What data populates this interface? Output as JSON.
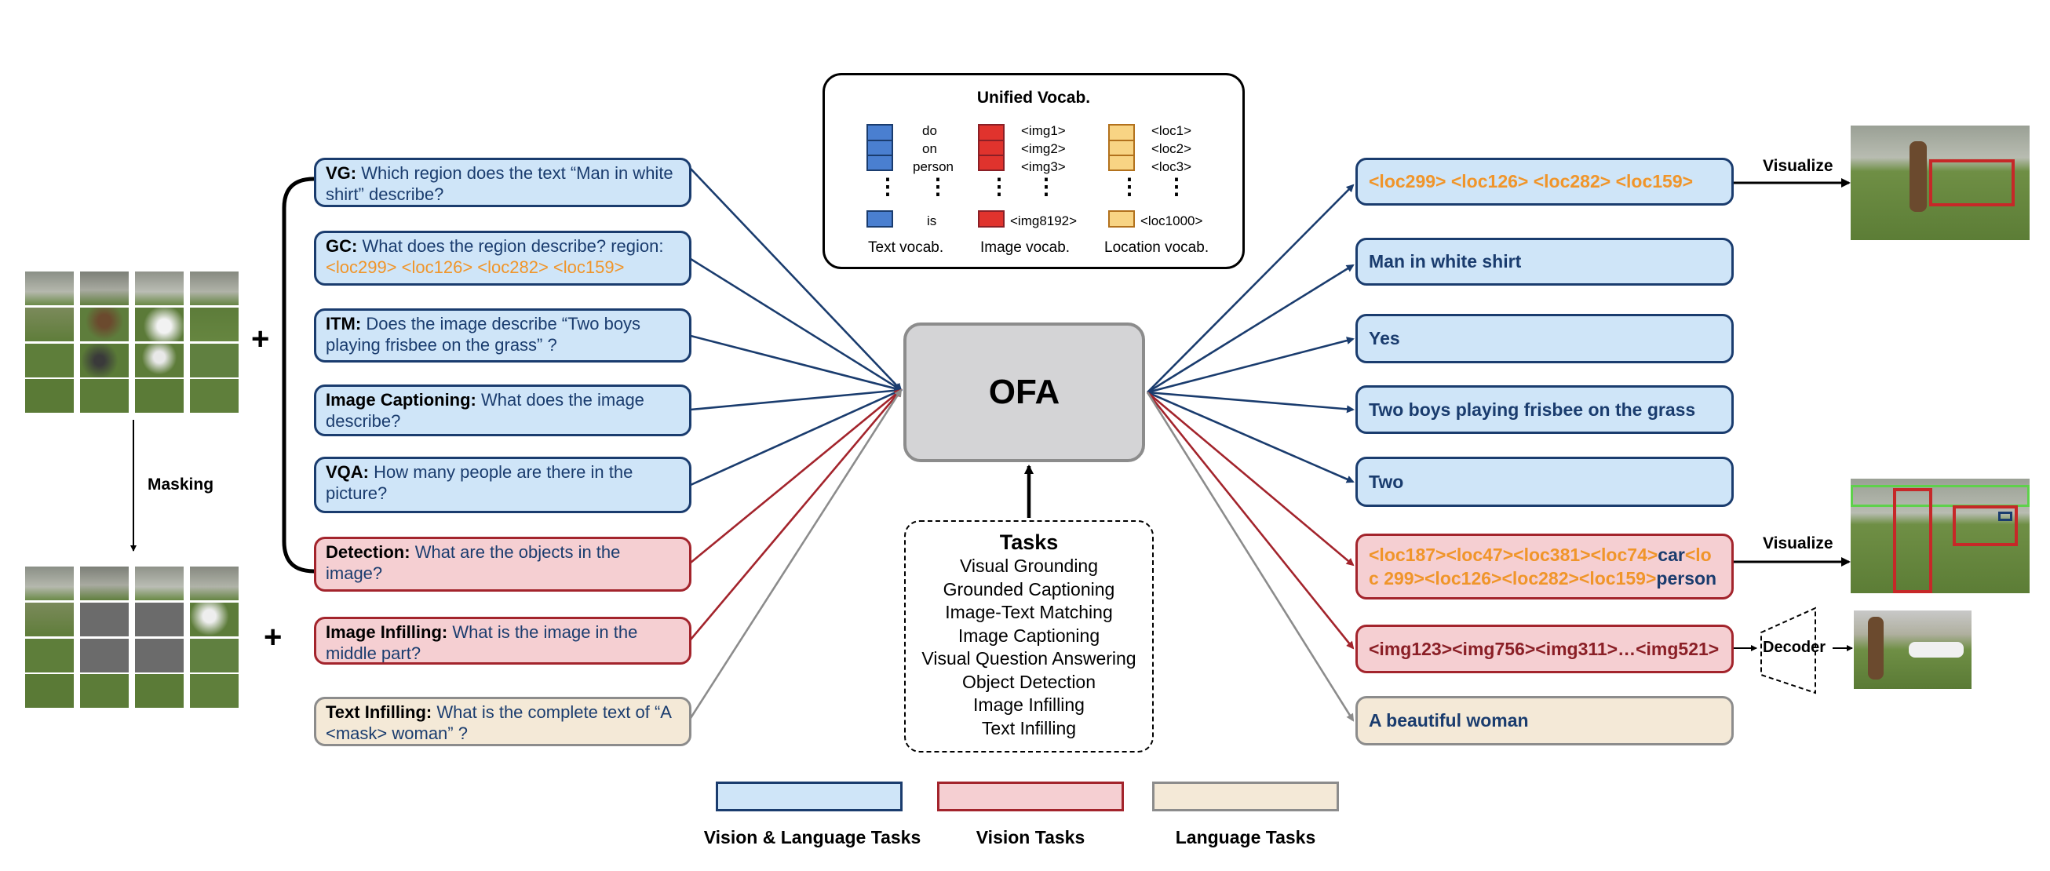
{
  "colors": {
    "vl_fill": "#cfe5f8",
    "vl_border": "#1a3c6e",
    "v_fill": "#f5cfd2",
    "v_border": "#a3242c",
    "l_fill": "#f4e9d7",
    "l_border": "#8c8c8c",
    "orange": "#f0952a"
  },
  "inputs": [
    {
      "task": "VG:",
      "text": "Which region does the text “Man in white shirt” describe?",
      "kind": "vl"
    },
    {
      "task": "GC:",
      "text": "What does the region describe? region:",
      "extra": "<loc299> <loc126> <loc282> <loc159>",
      "kind": "vl"
    },
    {
      "task": "ITM:",
      "text": "Does the image describe “Two boys playing frisbee on the grass” ?",
      "kind": "vl"
    },
    {
      "task": "Image Captioning:",
      "text": "What does the image describe?",
      "kind": "vl"
    },
    {
      "task": "VQA:",
      "text": "How many people are there in the picture?",
      "kind": "vl"
    },
    {
      "task": "Detection:",
      "text": "What are the objects in the image?",
      "kind": "v"
    },
    {
      "task": "Image Infilling:",
      "text": "What is the image in the middle part?",
      "kind": "v"
    },
    {
      "task": "Text Infilling:",
      "text": "What is the complete text of “A <mask> woman” ?",
      "kind": "l"
    }
  ],
  "outputs": [
    {
      "text": "<loc299> <loc126> <loc282> <loc159>",
      "kind": "vl"
    },
    {
      "text": "Man in white shirt",
      "kind": "vl"
    },
    {
      "text": "Yes",
      "kind": "vl"
    },
    {
      "text": "Two boys playing frisbee on the grass",
      "kind": "vl"
    },
    {
      "text": "Two",
      "kind": "vl"
    },
    {
      "parts": [
        "<loc187><loc47><loc381><loc74>",
        "car",
        "<loc",
        "299><loc126><loc282><loc159>",
        "person",
        " …"
      ],
      "kind": "v"
    },
    {
      "text": "<img123><img756><img311>…<img521>",
      "kind": "v"
    },
    {
      "text": "A beautiful woman",
      "kind": "l"
    }
  ],
  "model": {
    "name": "OFA"
  },
  "vocab": {
    "title": "Unified Vocab.",
    "text_tokens": [
      "do",
      "on",
      "person"
    ],
    "text_last": "is",
    "image_tokens": [
      "<img1>",
      "<img2>",
      "<img3>"
    ],
    "image_last": "<img8192>",
    "loc_tokens": [
      "<loc1>",
      "<loc2>",
      "<loc3>"
    ],
    "loc_last": "<loc1000>",
    "text_label": "Text vocab.",
    "image_label": "Image vocab.",
    "loc_label": "Location vocab."
  },
  "tasks": {
    "title": "Tasks",
    "items": [
      "Visual Grounding",
      "Grounded Captioning",
      "Image-Text Matching",
      "Image Captioning",
      "Visual Question Answering",
      "Object Detection",
      "Image Infilling",
      "Text Infilling"
    ]
  },
  "labels": {
    "masking": "Masking",
    "plus": "+",
    "visualize": "Visualize",
    "decoder": "Decoder"
  },
  "legend": [
    {
      "label": "Vision & Language Tasks",
      "kind": "vl"
    },
    {
      "label": "Vision Tasks",
      "kind": "v"
    },
    {
      "label": "Language Tasks",
      "kind": "l"
    }
  ]
}
